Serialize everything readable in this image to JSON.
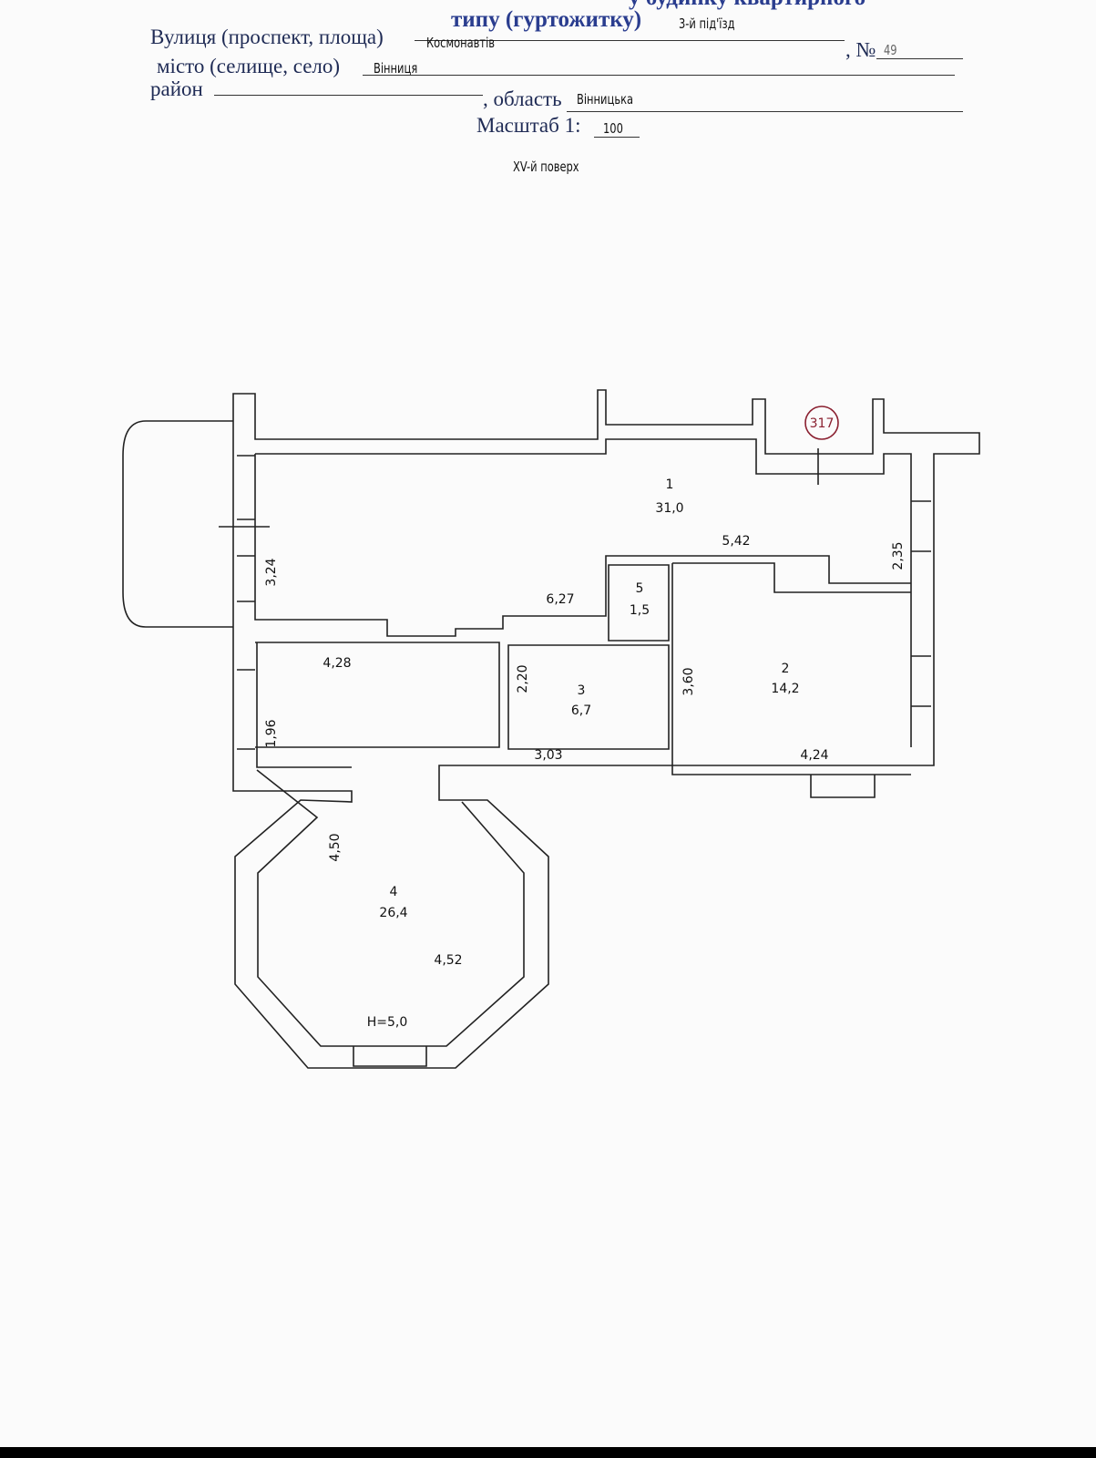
{
  "header": {
    "cut_title": "у будинку квартирного",
    "title_line2": "типу (гуртожитку)",
    "entrance": "3-й під'їзд",
    "street_label": "Вулиця (проспект, площа)",
    "street_value": "Космонавтів",
    "number_label": ", №",
    "number_value": "49",
    "city_label": "місто (селище, село)",
    "city_value": "Вінниця",
    "district_label": "район",
    "region_label": ", область",
    "region_value": "Вінницька",
    "scale_label": "Масштаб 1:",
    "scale_value": "100",
    "floor": "XV-й поверх"
  },
  "plan": {
    "apartment_number": "317",
    "rooms": [
      {
        "num": "1",
        "area": "31,0"
      },
      {
        "num": "2",
        "area": "14,2"
      },
      {
        "num": "3",
        "area": "6,7"
      },
      {
        "num": "4",
        "area": "26,4"
      },
      {
        "num": "5",
        "area": "1,5"
      }
    ],
    "dimensions": [
      "5,42",
      "2,35",
      "3,24",
      "6,27",
      "4,28",
      "2,20",
      "3,60",
      "1,96",
      "3,03",
      "4,24",
      "4,50",
      "4,52"
    ],
    "height": "H=5,0"
  }
}
